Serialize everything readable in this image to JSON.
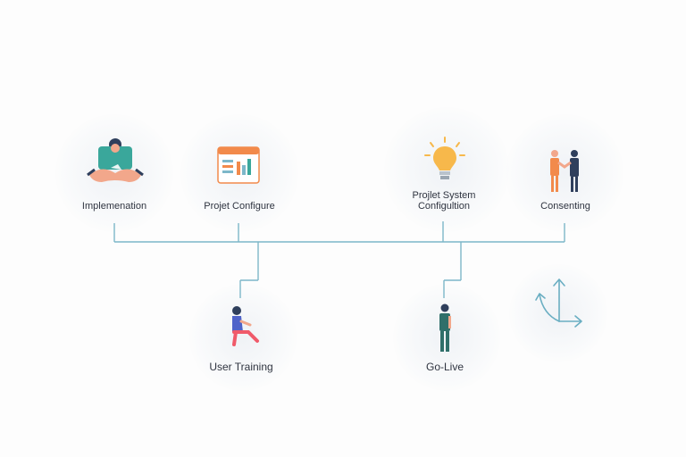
{
  "nodes": {
    "implementation": {
      "label": "Implemenation",
      "icon": "person-laptop-icon"
    },
    "project_configure": {
      "label": "Projet Configure",
      "icon": "dashboard-window-icon"
    },
    "project_system": {
      "label_line1": "Projlet System",
      "label_line2": "Configultion",
      "icon": "lightbulb-icon"
    },
    "consenting": {
      "label": "Consenting",
      "icon": "handshake-icon"
    },
    "user_training": {
      "label": "User Training",
      "icon": "person-seated-icon"
    },
    "go_live": {
      "label": "Go-Live",
      "icon": "person-standing-icon"
    },
    "arrows": {
      "icon": "axes-arrows-icon"
    }
  },
  "colors": {
    "connector": "#7db7c9",
    "teal": "#3aa79b",
    "skin": "#f2a78b",
    "navy": "#2f3f5c",
    "orange": "#f28a4b",
    "bulb": "#f7b84b"
  }
}
